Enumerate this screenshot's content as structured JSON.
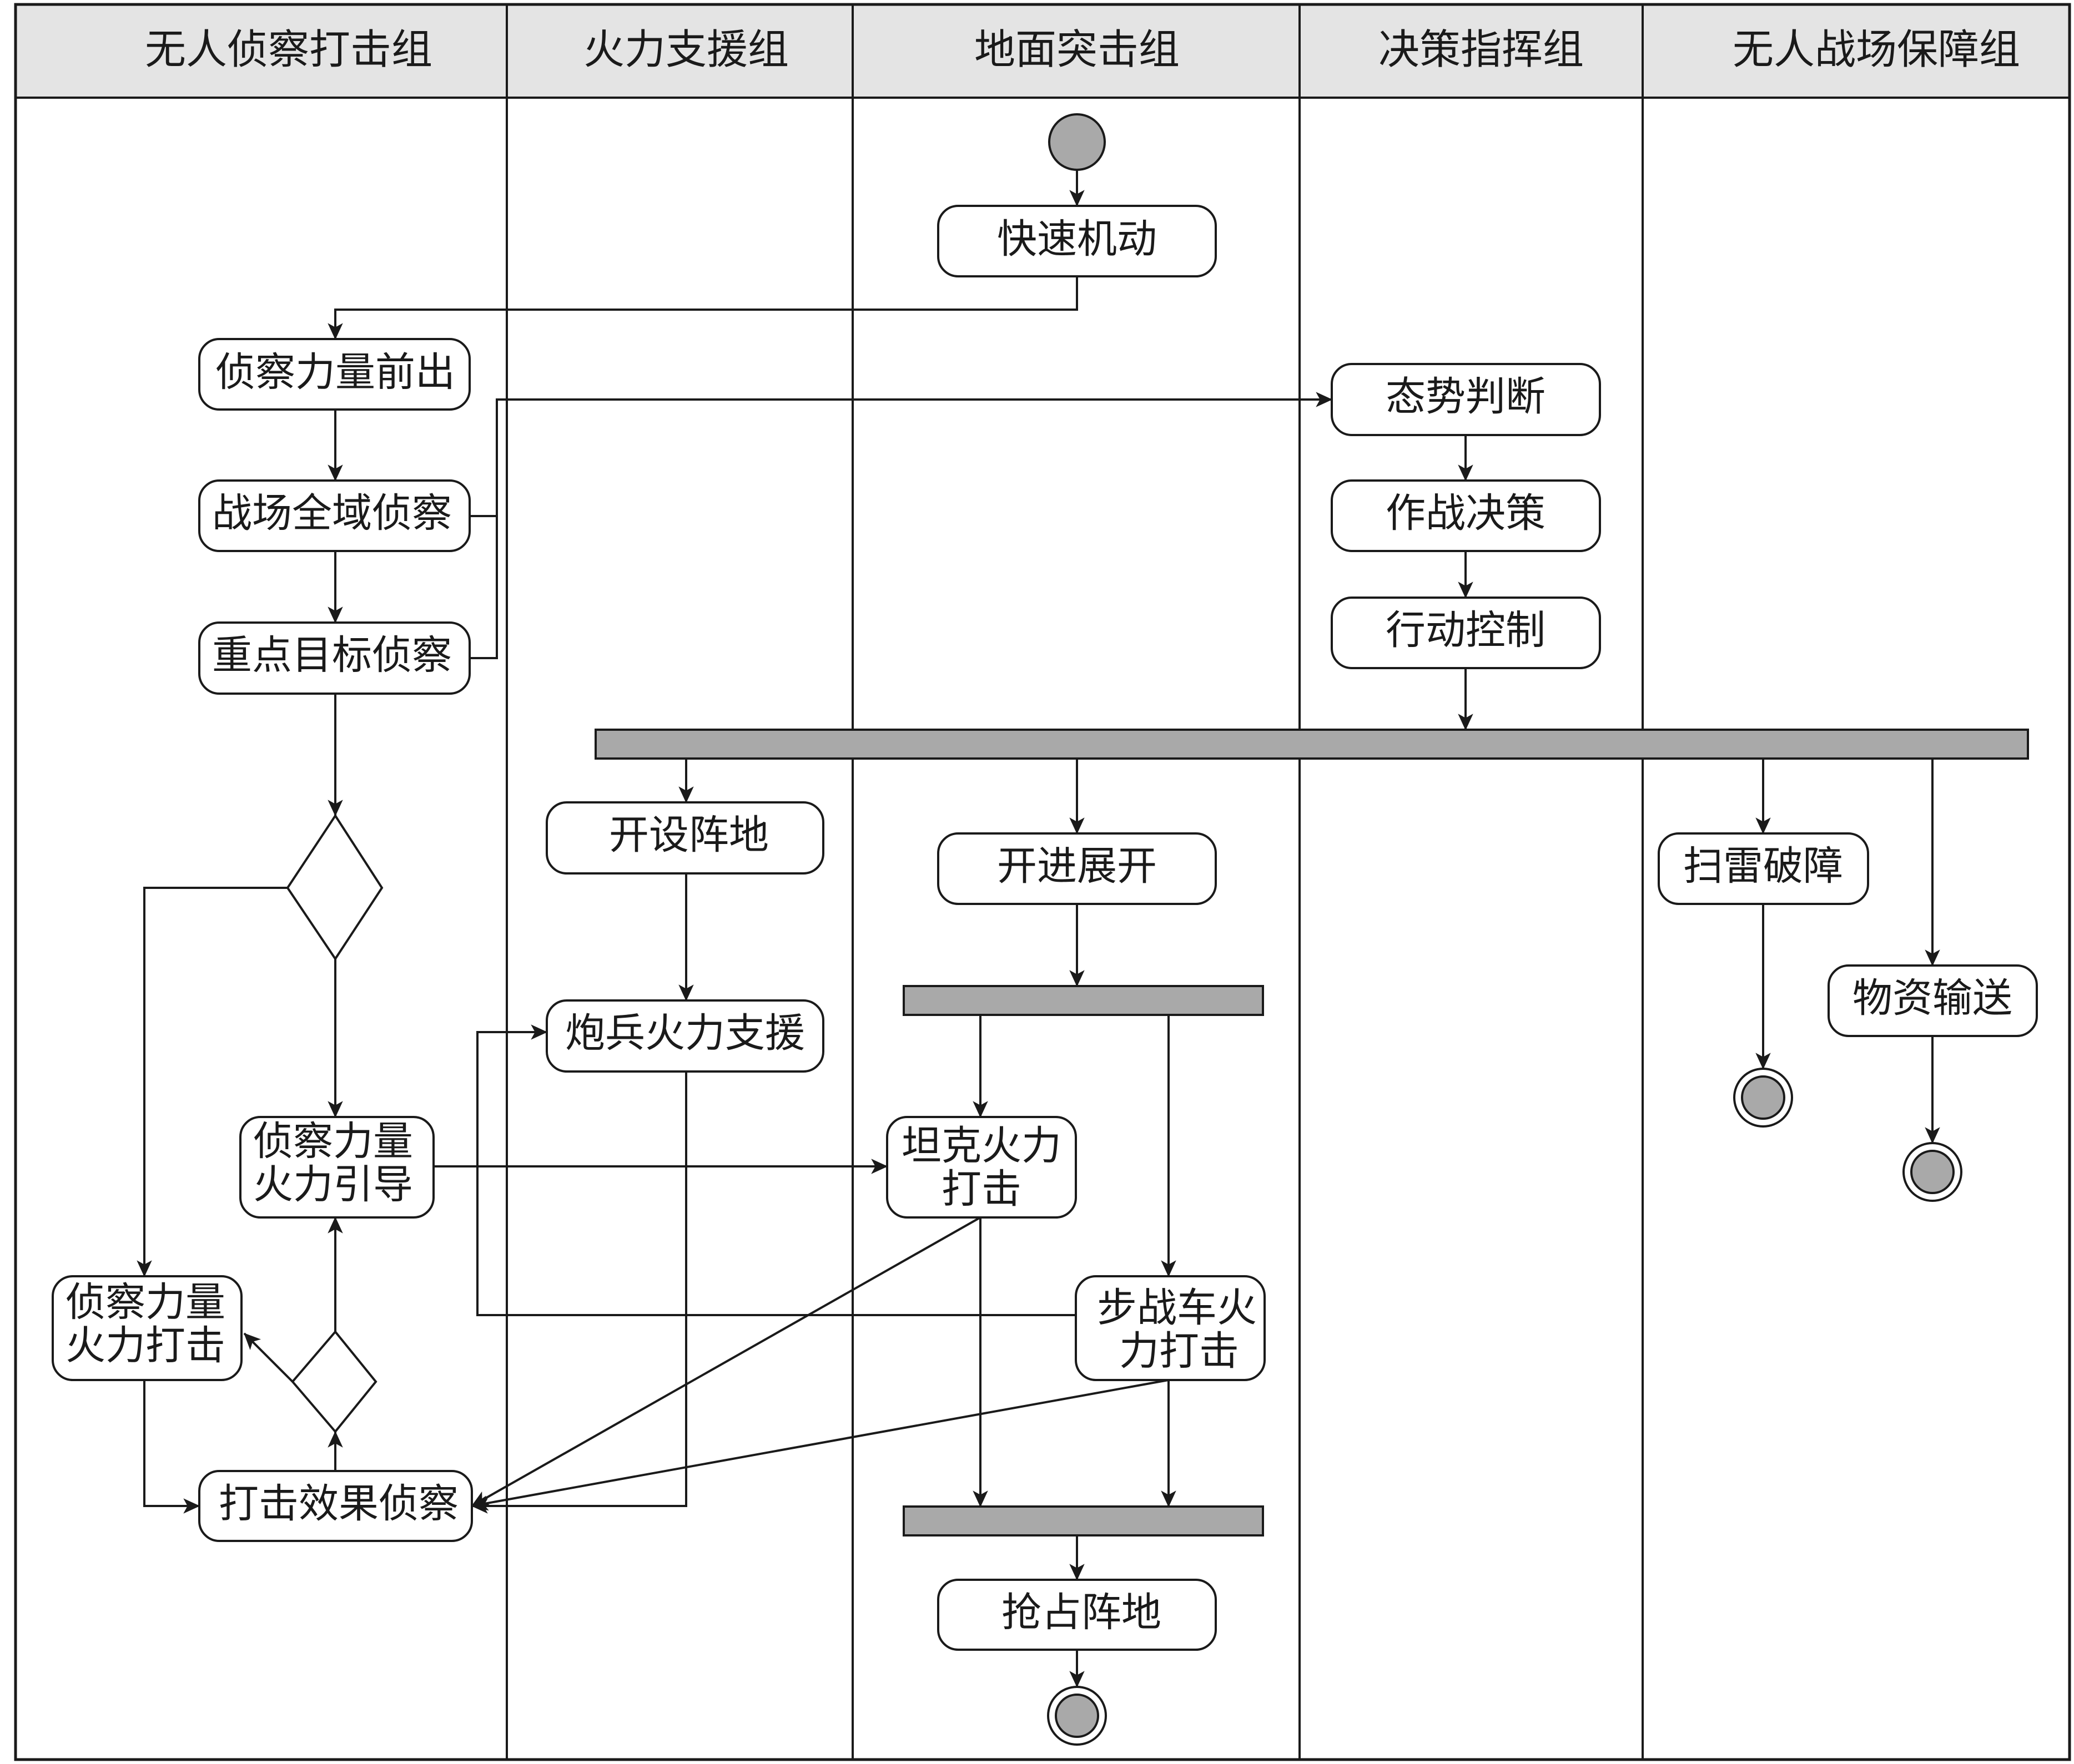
{
  "lanes": [
    {
      "id": "lane-1",
      "title": "无人侦察打击组"
    },
    {
      "id": "lane-2",
      "title": "火力支援组"
    },
    {
      "id": "lane-3",
      "title": "地面突击组"
    },
    {
      "id": "lane-4",
      "title": "决策指挥组"
    },
    {
      "id": "lane-5",
      "title": "无人战场保障组"
    }
  ],
  "nodes": {
    "rapid_maneuver": [
      "快速机动"
    ],
    "recon_forward": [
      "侦察力量前出"
    ],
    "battlefield_recon": [
      "战场全域侦察"
    ],
    "key_target_recon": [
      "重点目标侦察"
    ],
    "situation_judgment": [
      "态势判断"
    ],
    "combat_decision": [
      "作战决策"
    ],
    "action_control": [
      "行动控制"
    ],
    "set_position": [
      "开设阵地"
    ],
    "advance_deploy": [
      "开进展开"
    ],
    "mine_clearing": [
      "扫雷破障"
    ],
    "material_transport": [
      "物资输送"
    ],
    "artillery_support": [
      "炮兵火力支援"
    ],
    "recon_fire_guidance": [
      "侦察力量",
      "火力引导"
    ],
    "tank_fire_strike": [
      "坦克火力",
      "打击"
    ],
    "recon_fire_strike": [
      "侦察力量",
      "火力打击"
    ],
    "ifv_fire_strike": [
      "步战车火",
      "力打击"
    ],
    "strike_effect_recon": [
      "打击效果侦察"
    ],
    "seize_position": [
      "抢占阵地"
    ]
  },
  "colors": {
    "header": "#e4e4e4",
    "bar": "#a9a9a9",
    "node_fill": "#a9a9a9",
    "stroke": "#1a1a1a"
  }
}
